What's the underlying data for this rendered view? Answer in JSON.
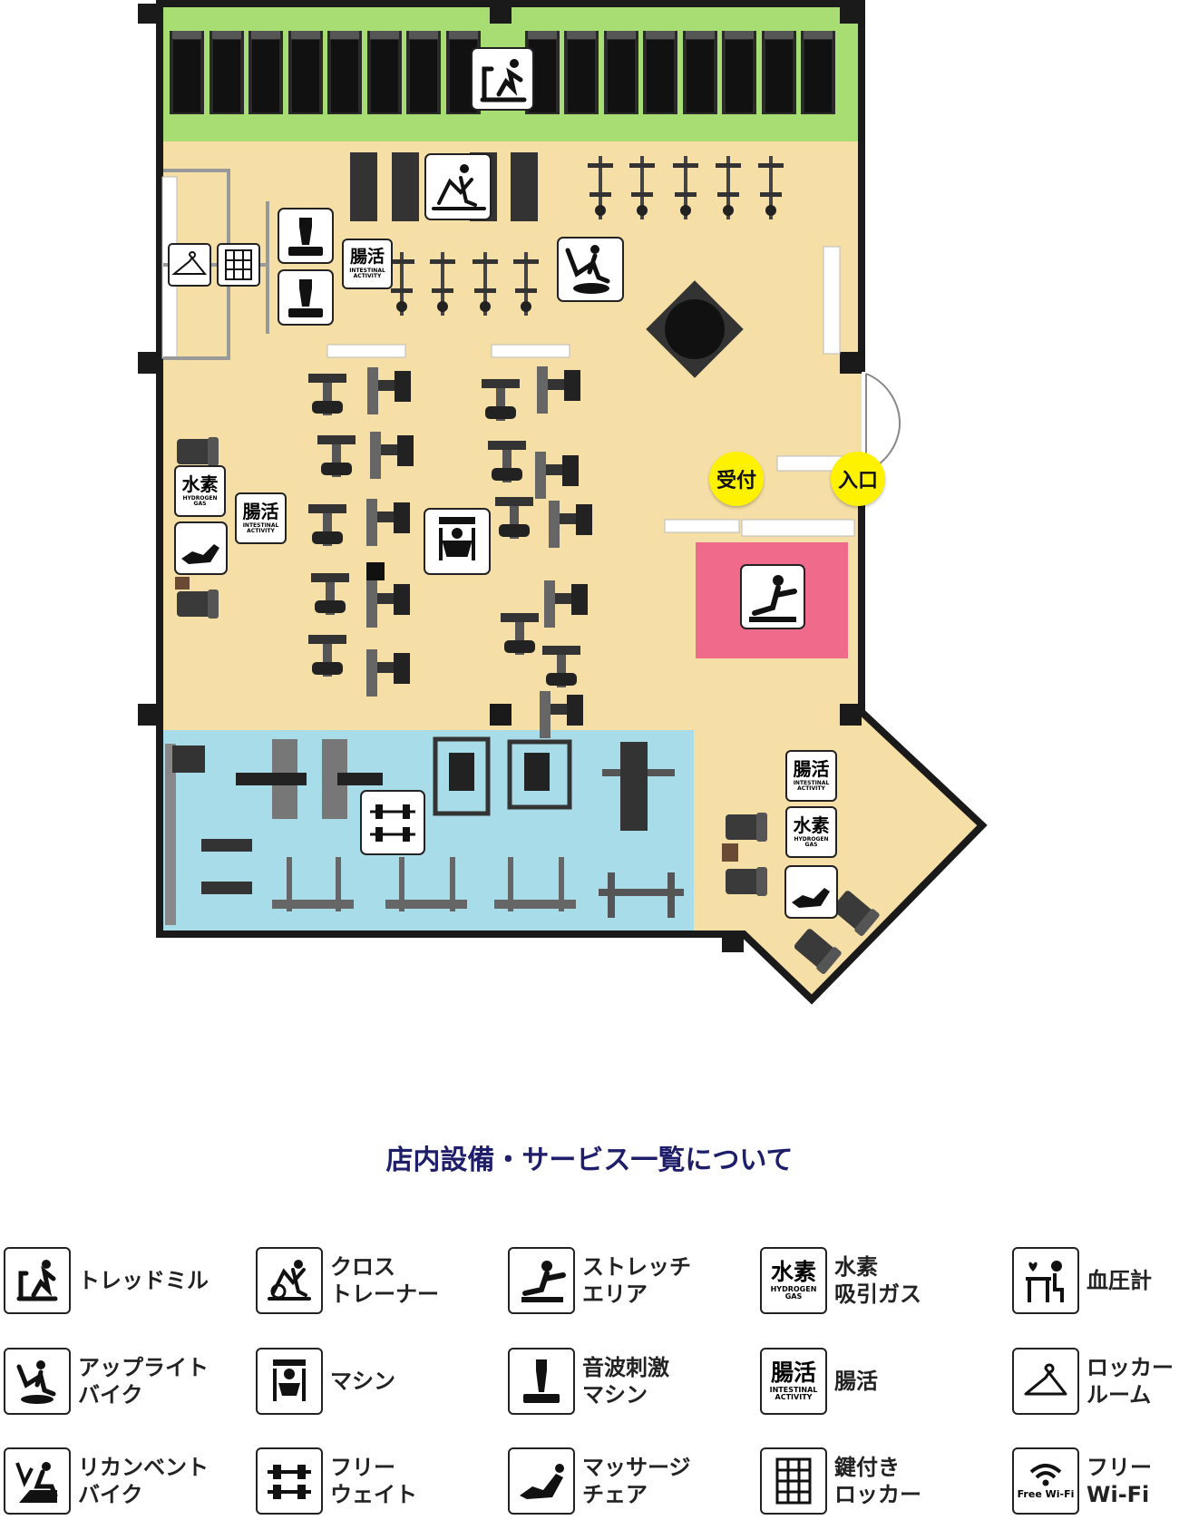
{
  "floor_map": {
    "badges": {
      "reception": "受付",
      "entrance": "入口"
    },
    "icon_text": {
      "hydrogen": {
        "main": "水素",
        "sub": "HYDROGEN GAS"
      },
      "intestinal": {
        "main": "腸活",
        "sub": "INTESTINAL ACTIVITY"
      }
    },
    "colors": {
      "cardio_zone": "#a8dd74",
      "main_floor": "#f5dfa6",
      "free_weight_zone": "#a8dce8",
      "stretch_zone": "#f06a8c",
      "badge": "#fff200",
      "walls": "#1a1a1a"
    }
  },
  "legend": {
    "title": "店内設備・サービス一覧について",
    "items": [
      {
        "id": "treadmill",
        "label": "トレッドミル",
        "icon": "treadmill-icon"
      },
      {
        "id": "cross-trainer",
        "label": "クロス\nトレーナー",
        "icon": "cross-trainer-icon"
      },
      {
        "id": "stretch",
        "label": "ストレッチ\nエリア",
        "icon": "stretch-area-icon"
      },
      {
        "id": "hydrogen",
        "label": "水素\n吸引ガス",
        "icon": "hydrogen-gas-icon",
        "icon_text": "水素",
        "icon_sub": "HYDROGEN GAS"
      },
      {
        "id": "blood-pressure",
        "label": "血圧計",
        "icon": "blood-pressure-icon"
      },
      {
        "id": "upright-bike",
        "label": "アップライト\nバイク",
        "icon": "upright-bike-icon"
      },
      {
        "id": "machine",
        "label": "マシン",
        "icon": "machine-icon"
      },
      {
        "id": "sonic-machine",
        "label": "音波刺激\nマシン",
        "icon": "sonic-vibration-icon"
      },
      {
        "id": "intestinal",
        "label": "腸活",
        "icon": "intestinal-activity-icon",
        "icon_text": "腸活",
        "icon_sub": "INTESTINAL ACTIVITY"
      },
      {
        "id": "locker-room",
        "label": "ロッカー\nルーム",
        "icon": "hanger-icon"
      },
      {
        "id": "recumbent-bike",
        "label": "リカンベント\nバイク",
        "icon": "recumbent-bike-icon"
      },
      {
        "id": "free-weight",
        "label": "フリー\nウェイト",
        "icon": "dumbbell-icon"
      },
      {
        "id": "massage-chair",
        "label": "マッサージ\nチェア",
        "icon": "massage-chair-icon"
      },
      {
        "id": "key-locker",
        "label": "鍵付き\nロッカー",
        "icon": "locker-icon"
      },
      {
        "id": "wifi",
        "label": "フリー\nWi-Fi",
        "icon": "wifi-icon",
        "icon_text": "Free Wi-Fi"
      }
    ]
  }
}
